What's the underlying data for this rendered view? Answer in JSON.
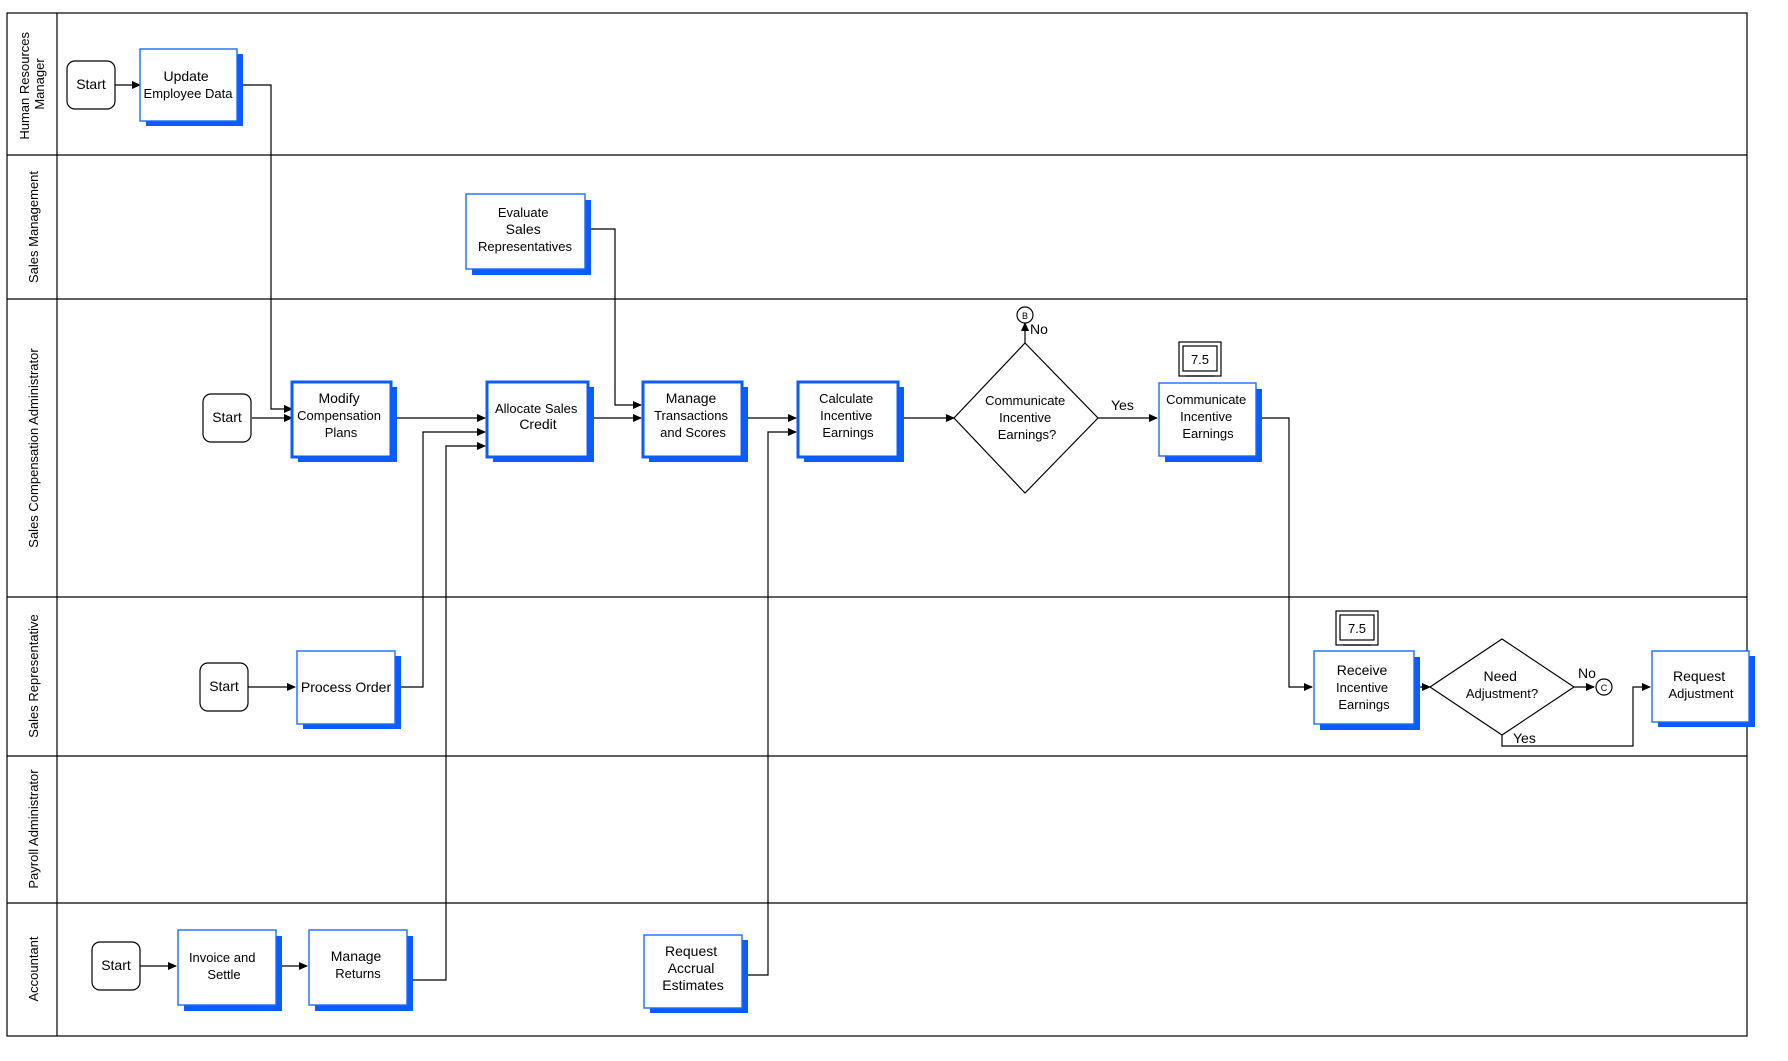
{
  "lanes": [
    {
      "id": "hr",
      "label_lines": [
        "Human Resources",
        "Manager"
      ]
    },
    {
      "id": "sm",
      "label_lines": [
        "Sales Management"
      ]
    },
    {
      "id": "sca",
      "label_lines": [
        "Sales Compensation Administrator"
      ]
    },
    {
      "id": "sr",
      "label_lines": [
        "Sales Representative"
      ]
    },
    {
      "id": "pa",
      "label_lines": [
        "Payroll Administrator"
      ]
    },
    {
      "id": "acc",
      "label_lines": [
        "Accountant"
      ]
    }
  ],
  "starts": [
    {
      "id": "start_hr",
      "label": "Start"
    },
    {
      "id": "start_sca",
      "label": "Start"
    },
    {
      "id": "start_sr",
      "label": "Start"
    },
    {
      "id": "start_acc",
      "label": "Start"
    }
  ],
  "processes": [
    {
      "id": "update_employee_data",
      "lines": [
        "Update",
        "Employee Data"
      ]
    },
    {
      "id": "evaluate_sales_reps",
      "lines": [
        "Evaluate",
        "Sales",
        "Representatives"
      ]
    },
    {
      "id": "modify_comp_plans",
      "lines": [
        "Modify",
        "Compensation",
        "Plans"
      ]
    },
    {
      "id": "allocate_sales_credit",
      "lines": [
        "Allocate Sales",
        "Credit"
      ]
    },
    {
      "id": "manage_transactions",
      "lines": [
        "Manage",
        "Transactions",
        "and Scores"
      ]
    },
    {
      "id": "calculate_incentive",
      "lines": [
        "Calculate",
        "Incentive",
        "Earnings"
      ]
    },
    {
      "id": "communicate_incentive",
      "lines": [
        "Communicate",
        "Incentive",
        "Earnings"
      ]
    },
    {
      "id": "process_order",
      "lines": [
        "Process Order"
      ]
    },
    {
      "id": "receive_incentive",
      "lines": [
        "Receive",
        "Incentive",
        "Earnings"
      ]
    },
    {
      "id": "request_adjustment",
      "lines": [
        "Request",
        "Adjustment"
      ]
    },
    {
      "id": "invoice_settle",
      "lines": [
        "Invoice and",
        "Settle"
      ]
    },
    {
      "id": "manage_returns",
      "lines": [
        "Manage",
        "Returns"
      ]
    },
    {
      "id": "request_accrual",
      "lines": [
        "Request",
        "Accrual",
        "Estimates"
      ]
    }
  ],
  "decisions": [
    {
      "id": "communicate_decision",
      "lines": [
        "Communicate",
        "Incentive",
        "Earnings?"
      ]
    },
    {
      "id": "need_adjustment",
      "lines": [
        "Need",
        "Adjustment?"
      ]
    }
  ],
  "edge_labels": {
    "yes": "Yes",
    "no": "No"
  },
  "connectors": [
    {
      "id": "conn_b",
      "label": "B"
    },
    {
      "id": "conn_c",
      "label": "C"
    }
  ],
  "system_refs": [
    {
      "id": "ref_communicate",
      "label": "7.5"
    },
    {
      "id": "ref_receive",
      "label": "7.5"
    }
  ]
}
